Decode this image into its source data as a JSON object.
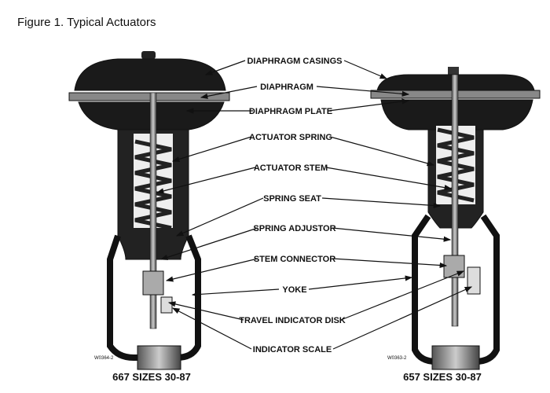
{
  "figure_title": "Figure 1. Typical Actuators",
  "labels": {
    "diaphragm_casings": "DIAPHRAGM CASINGS",
    "diaphragm": "DIAPHRAGM",
    "diaphragm_plate": "DIAPHRAGM PLATE",
    "actuator_spring": "ACTUATOR SPRING",
    "actuator_stem": "ACTUATOR STEM",
    "spring_seat": "SPRING SEAT",
    "spring_adjustor": "SPRING ADJUSTOR",
    "stem_connector": "STEM CONNECTOR",
    "yoke": "YOKE",
    "travel_indicator_disk": "TRAVEL INDICATOR DISK",
    "indicator_scale": "INDICATOR SCALE"
  },
  "left": {
    "caption": "667 SIZES 30-87",
    "code": "W0364-2"
  },
  "right": {
    "caption": "657 SIZES 30-87",
    "code": "W0363-2"
  }
}
